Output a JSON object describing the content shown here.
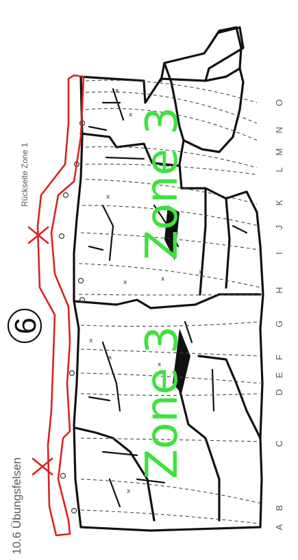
{
  "header": {
    "sheet_title": "10.6 Übungsfelsen",
    "section_number": "6",
    "subtitle": "Rückseite Zone 1"
  },
  "zones": [
    {
      "label": "Zone 3"
    },
    {
      "label": "Zone 3"
    }
  ],
  "route_letters": [
    "A",
    "B",
    "C",
    "D",
    "E",
    "F",
    "G",
    "H",
    "I",
    "J",
    "K",
    "L",
    "M",
    "N",
    "O"
  ],
  "colors": {
    "zone_text": "#3ee23e",
    "outline": "#d92222",
    "rock_lines": "#111111"
  },
  "icons": {
    "anchor_marker": "red-x-icon",
    "bolt_marker": "circle-bolt-icon"
  }
}
